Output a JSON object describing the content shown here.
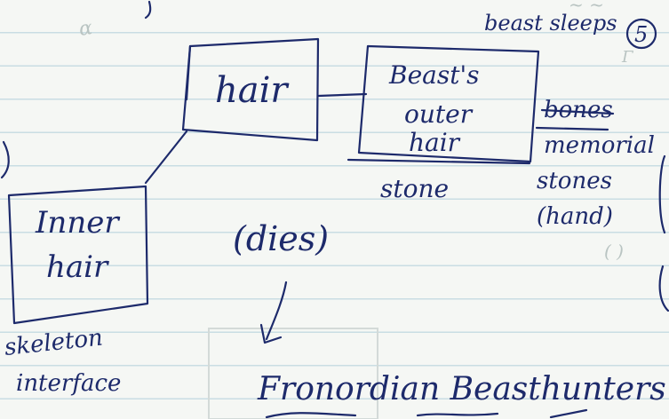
{
  "top_right_note": "beast sleeps",
  "page_number": "5",
  "boxes": {
    "hair": "hair",
    "beasts_outer_hair": [
      "Beast's",
      "outer",
      "hair"
    ],
    "inner_hair": [
      "Inner",
      "hair"
    ]
  },
  "labels": {
    "stone": "stone",
    "bones_struck": "bones",
    "side_notes": [
      "memorial",
      "stones",
      "(hand)"
    ],
    "skeleton_interface": [
      "skeleton",
      "interface"
    ],
    "dies": "(dies)",
    "bottom_text": "Fronordian Beasthunters"
  },
  "colors": {
    "ink": "#1d2a6b",
    "rule": "#c9dde3",
    "paper": "#f5f7f4"
  }
}
